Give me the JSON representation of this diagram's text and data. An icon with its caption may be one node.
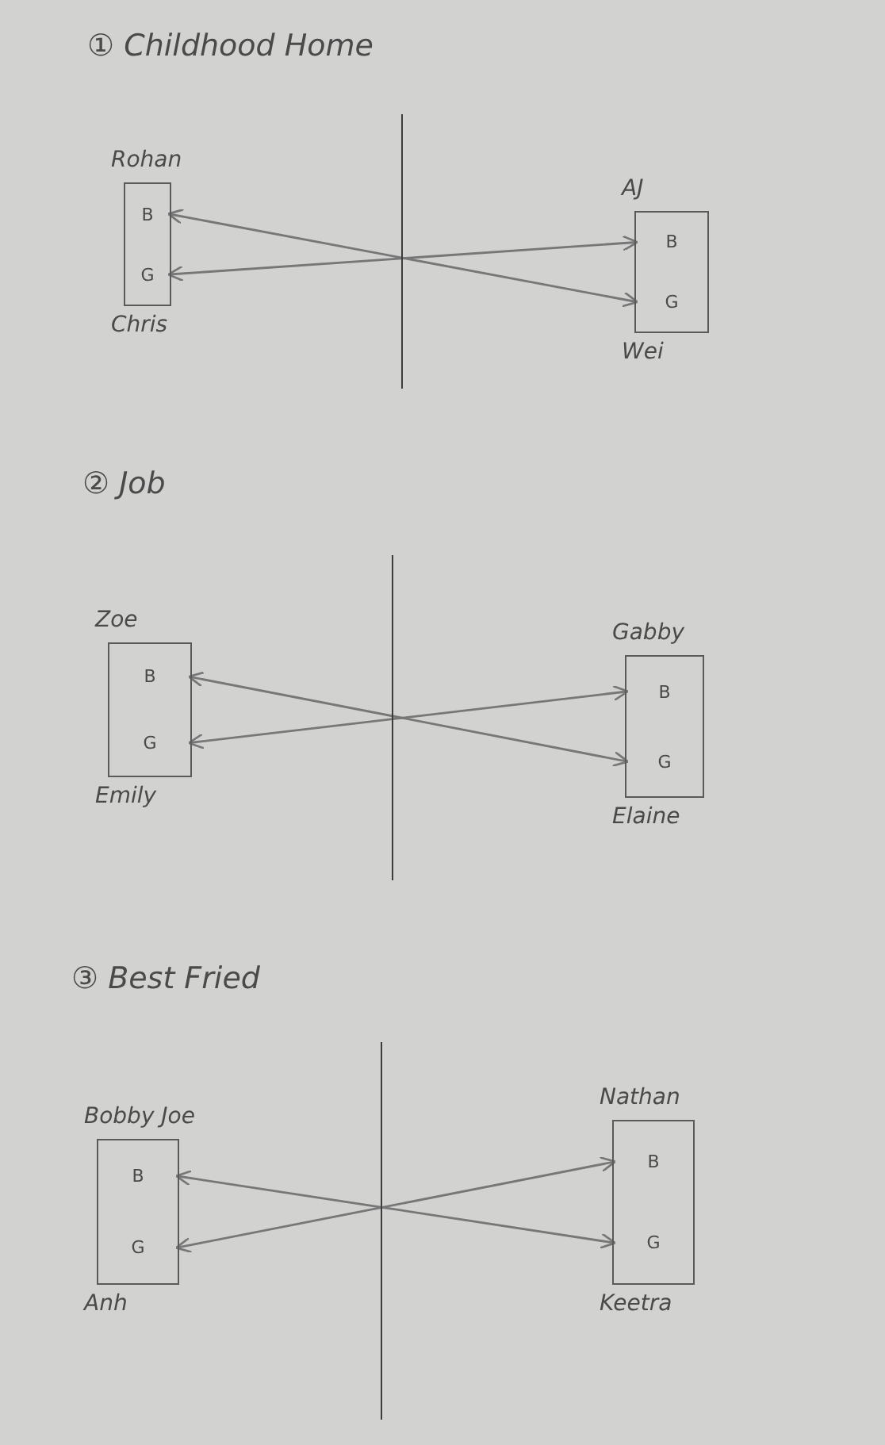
{
  "diagram": {
    "nodes": [
      {
        "text": [],
        "shape": "box"
      },
      {
        "text": [
          "B"
        ],
        "in": 0,
        "beside": [
          "Rohan"
        ]
      },
      {
        "text": [
          "G"
        ],
        "in": 0,
        "beside": [
          "Chris"
        ]
      },
      {
        "text": [],
        "shape": "box"
      },
      {
        "text": [
          "B"
        ],
        "in": 3,
        "beside": [
          "AJ"
        ]
      },
      {
        "text": [
          "G"
        ],
        "in": 3,
        "beside": [
          "Wei"
        ]
      },
      {
        "text": [],
        "shape": "box"
      },
      {
        "text": [
          "B"
        ],
        "in": 6,
        "beside": [
          "Zoe"
        ]
      },
      {
        "text": [
          "G"
        ],
        "in": 6,
        "beside": [
          "Emily"
        ]
      },
      {
        "text": [],
        "shape": "box"
      },
      {
        "text": [
          "B"
        ],
        "in": 9,
        "beside": [
          "Gabby"
        ]
      },
      {
        "text": [
          "G"
        ],
        "in": 9,
        "beside": [
          "Elaine"
        ]
      },
      {
        "text": [],
        "shape": "box"
      },
      {
        "text": [
          "B"
        ],
        "in": 12,
        "beside": [
          "Bobby Joe"
        ]
      },
      {
        "text": [
          "G"
        ],
        "in": 12,
        "beside": [
          "Anh"
        ]
      },
      {
        "text": [],
        "shape": "box"
      },
      {
        "text": [
          "B"
        ],
        "in": 15,
        "beside": [
          "Nathan"
        ]
      },
      {
        "text": [
          "G"
        ],
        "in": 15,
        "beside": [
          "Keetra"
        ]
      }
    ],
    "edges": [
      {
        "from": 1,
        "to": 5,
        "arrow": "both"
      },
      {
        "from": 2,
        "to": 4,
        "arrow": "both"
      },
      {
        "from": 7,
        "to": 11,
        "arrow": "both"
      },
      {
        "from": 8,
        "to": 10,
        "arrow": "both"
      },
      {
        "from": 13,
        "to": 17,
        "arrow": "both"
      },
      {
        "from": 14,
        "to": 16,
        "arrow": "both"
      }
    ],
    "labels": [
      "① Childhood Home",
      "② Job",
      "③ Best Fried"
    ]
  }
}
